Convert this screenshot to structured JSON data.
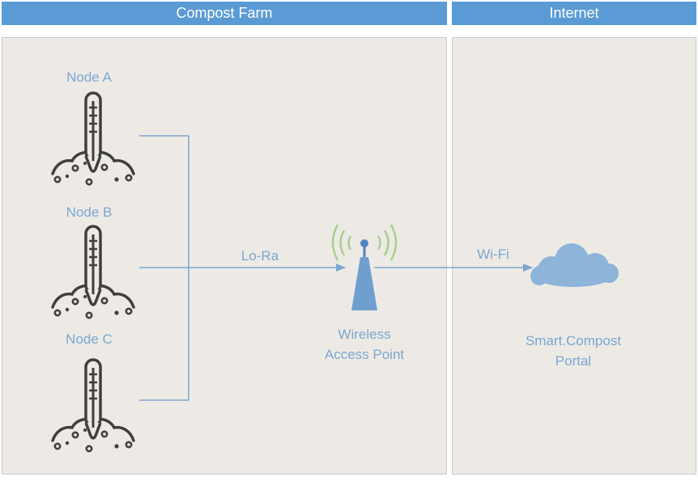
{
  "headers": {
    "farm": "Compost Farm",
    "internet": "Internet"
  },
  "nodes": [
    {
      "label": "Node A",
      "icon": "thermometer-soil-icon"
    },
    {
      "label": "Node B",
      "icon": "thermometer-soil-icon"
    },
    {
      "label": "Node C",
      "icon": "thermometer-soil-icon"
    }
  ],
  "links": {
    "lora": "Lo-Ra",
    "wifi": "Wi-Fi"
  },
  "access_point": {
    "line1": "Wireless",
    "line2": "Access Point",
    "icon": "wireless-tower-icon"
  },
  "portal": {
    "line1": "Smart.Compost",
    "line2": "Portal",
    "icon": "cloud-icon"
  },
  "colors": {
    "header_bg": "#5b9bd5",
    "panel_bg": "#edeae6",
    "line": "#7ba6cf",
    "label": "#7ba6cf",
    "icon_dark": "#3f3f3f",
    "signal_green": "#a9cf8f",
    "cloud": "#8db4d9"
  }
}
